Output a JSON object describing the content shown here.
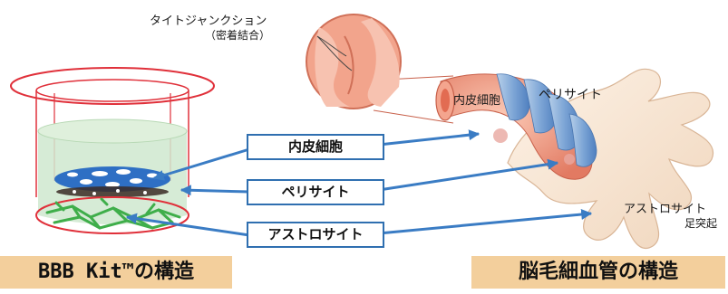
{
  "labels": {
    "tight_junction": "タイトジャンクション",
    "tight_junction_sub": "（密着結合）",
    "endothelial_box": "内皮細胞",
    "pericyte_box": "ペリサイト",
    "astrocyte_box": "アストロサイト",
    "endothelial_right": "内皮細胞",
    "pericyte_right": "ペリサイト",
    "astrocyte_right": "アストロサイト",
    "astrocyte_right_sub": "足突起"
  },
  "titles": {
    "left": "BBB Kit™の構造",
    "right": "脳毛細血管の構造"
  },
  "colors": {
    "cup_rim": "#e0303a",
    "arrow": "#3a7cc4",
    "title_bg": "#f3cf9c",
    "vessel": "#e8826a",
    "pericyte": "#8fb3dc",
    "astrocyte": "#f7e6d4",
    "endothelial_cells": "#2e6fc4",
    "astrocytes_mesh": "#3fae4a"
  }
}
